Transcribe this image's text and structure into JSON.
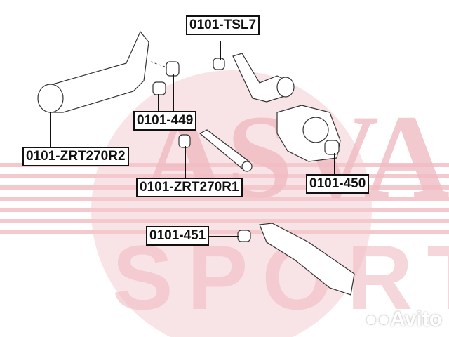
{
  "diagram": {
    "background_logo_colors": {
      "circle": "#f7dfe2",
      "stripes": "#f2c4c9",
      "text": "#ecb8be"
    },
    "parts": [
      {
        "id": "tsl7",
        "label": "0101-TSL7"
      },
      {
        "id": "449",
        "label": "0101-449"
      },
      {
        "id": "zrt270r2",
        "label": "0101-ZRT270R2"
      },
      {
        "id": "zrt270r1",
        "label": "0101-ZRT270R1"
      },
      {
        "id": "450",
        "label": "0101-450"
      },
      {
        "id": "451",
        "label": "0101-451"
      }
    ]
  },
  "watermark": {
    "text": "Avito",
    "icon": "avito-dots-icon"
  }
}
